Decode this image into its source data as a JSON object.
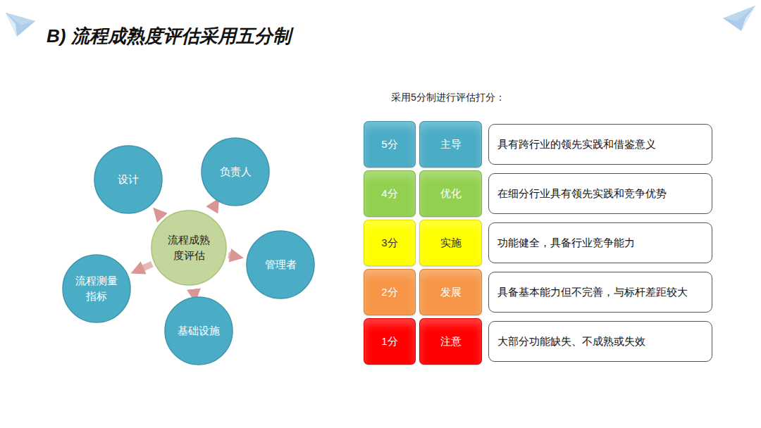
{
  "diagram": {
    "title": "B) 流程成熟度评估采用五分制",
    "nodes": [
      {
        "text": [
          "流程成熟度评估"
        ]
      },
      {
        "text": [
          "设计"
        ]
      },
      {
        "text": [
          "负责人"
        ]
      },
      {
        "text": [
          "管理者"
        ]
      },
      {
        "text": [
          "基础设施"
        ]
      },
      {
        "text": [
          "流程测量指标"
        ]
      },
      {
        "text": [
          "5分"
        ]
      },
      {
        "text": [
          "主导"
        ]
      },
      {
        "text": [
          "具有跨行业的领先实践和借鉴意义"
        ]
      },
      {
        "text": [
          "4分"
        ]
      },
      {
        "text": [
          "优化"
        ]
      },
      {
        "text": [
          "在细分行业具有领先实践和竞争优势"
        ]
      },
      {
        "text": [
          "3分"
        ]
      },
      {
        "text": [
          "实施"
        ]
      },
      {
        "text": [
          "功能健全，具备行业竞争能力"
        ]
      },
      {
        "text": [
          "2分"
        ]
      },
      {
        "text": [
          "发展"
        ]
      },
      {
        "text": [
          "具备基本能力但不完善，与标杆差距较大"
        ]
      },
      {
        "text": [
          "1分"
        ]
      },
      {
        "text": [
          "注意"
        ]
      },
      {
        "text": [
          "大部分功能缺失、不成熟或失效"
        ]
      }
    ],
    "edges": [
      {
        "from": 0,
        "to": 1,
        "arrow": "to"
      },
      {
        "from": 0,
        "to": 2,
        "arrow": "to"
      },
      {
        "from": 0,
        "to": 3,
        "arrow": "to"
      },
      {
        "from": 0,
        "to": 4,
        "arrow": "to"
      },
      {
        "from": 0,
        "to": 5,
        "arrow": "to"
      }
    ],
    "labels": [
      "采用5分制进行评估打分："
    ]
  }
}
